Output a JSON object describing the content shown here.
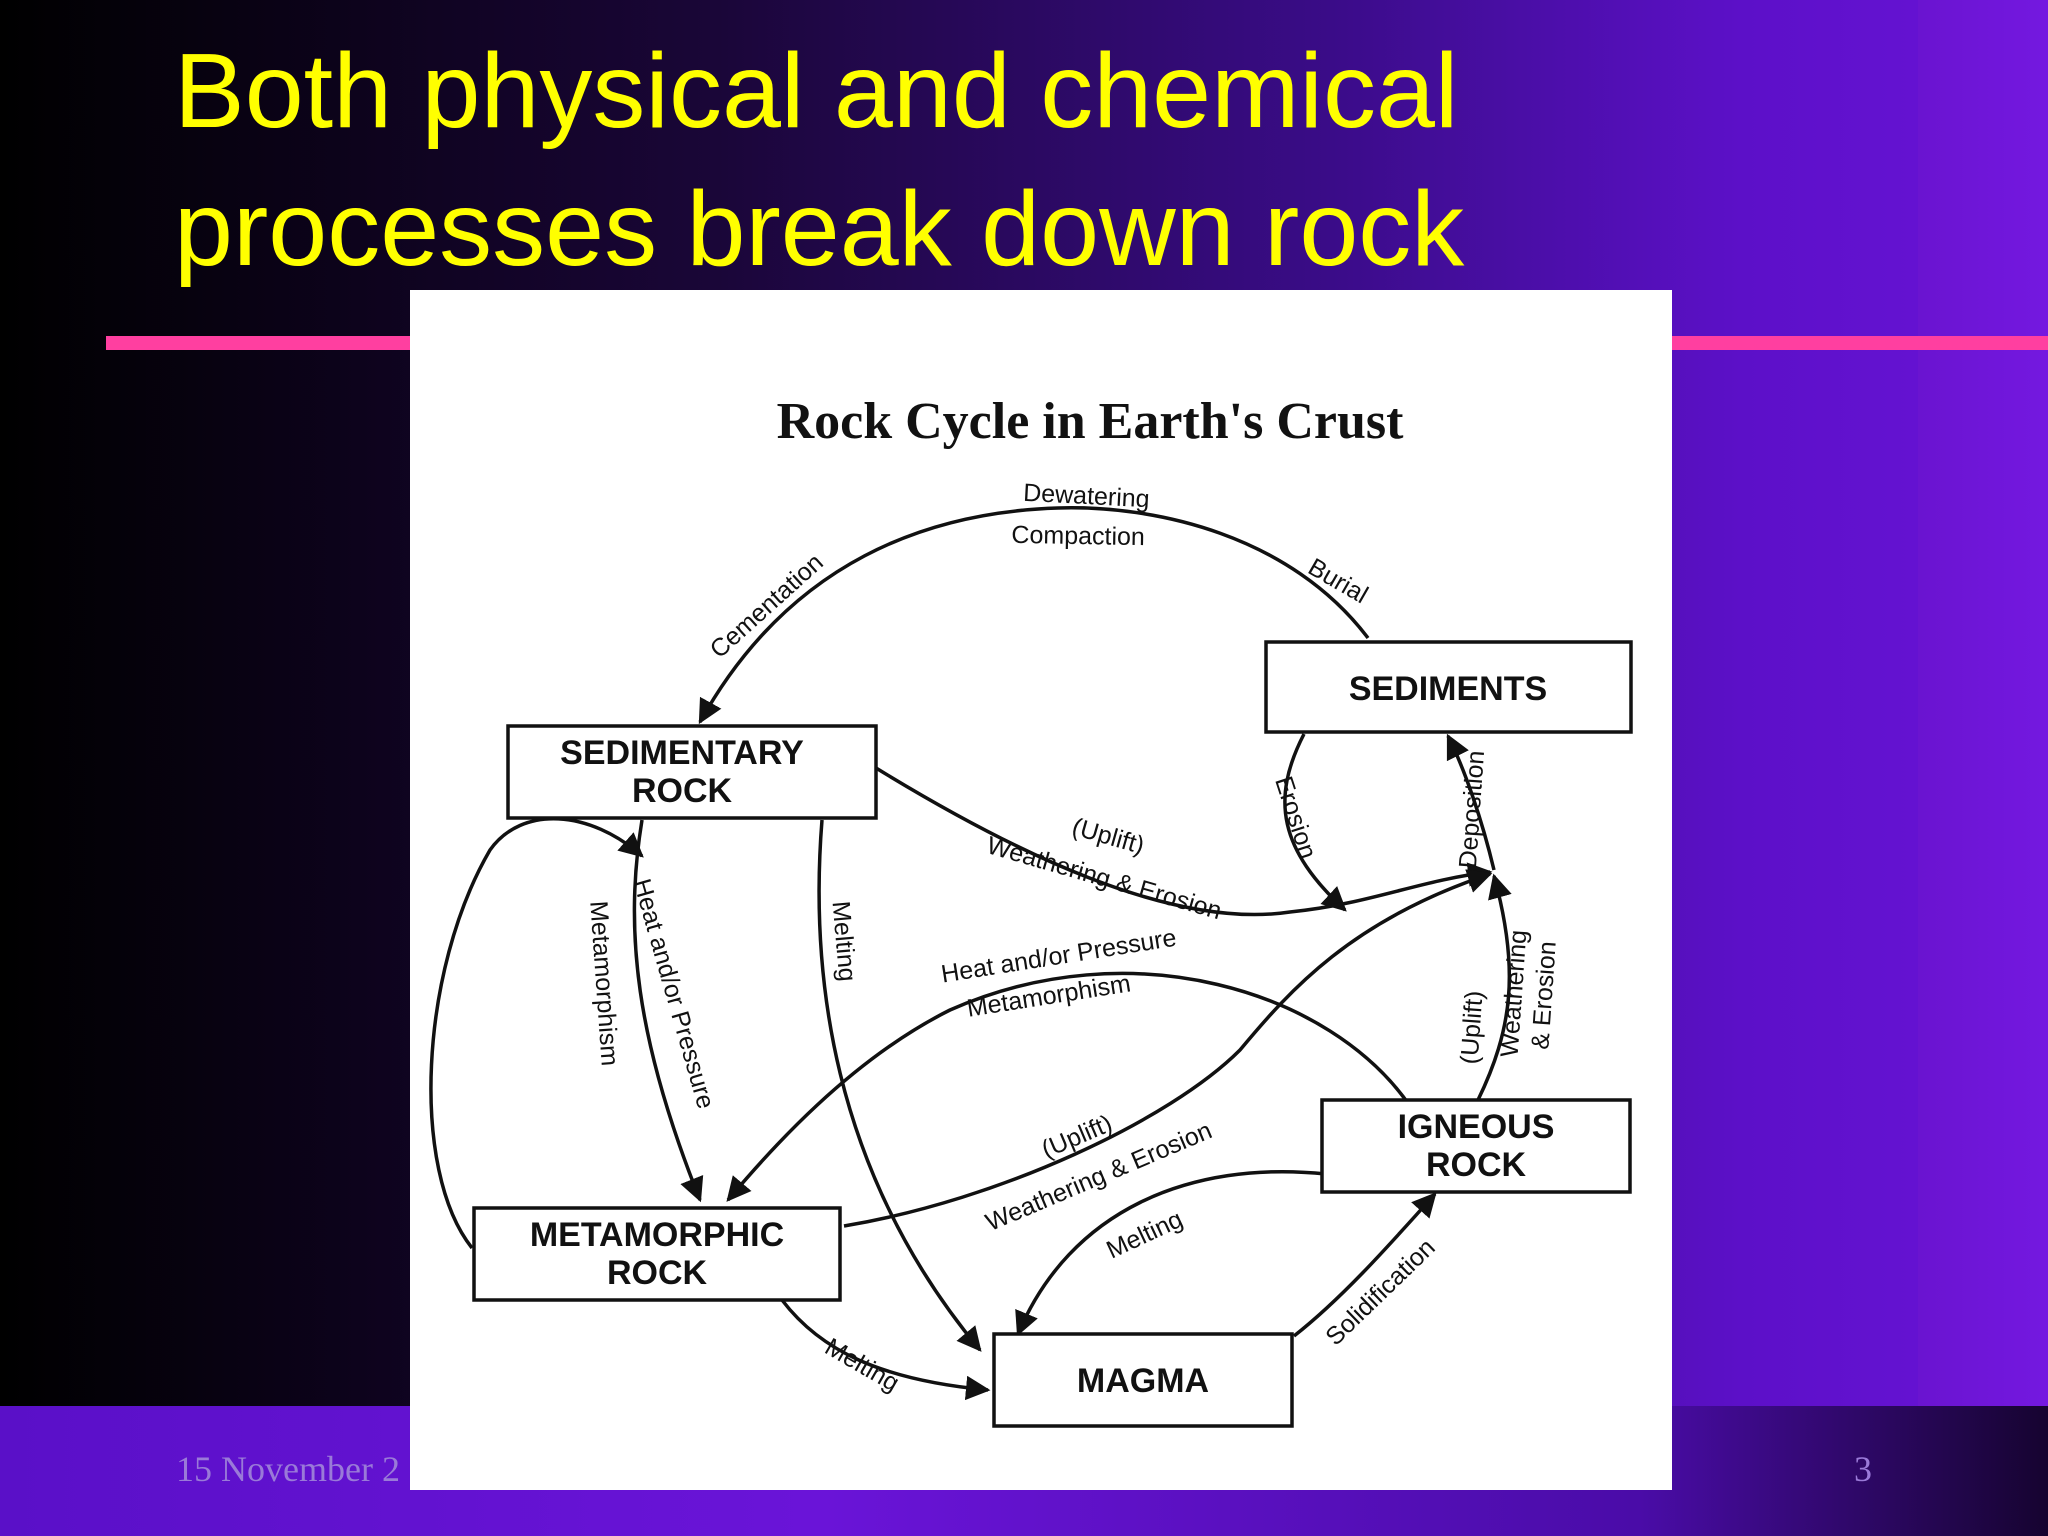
{
  "slide": {
    "title_lines": [
      "Both physical and chemical",
      "processes break down rock"
    ],
    "footer_date": "15 November 2",
    "page_number": "3",
    "colors": {
      "title": "#ffff00",
      "rule": "#ff3fa0",
      "footer_text": "#9a7ad8"
    }
  },
  "diagram": {
    "title": "Rock Cycle in Earth's Crust",
    "nodes": {
      "sediments": [
        "SEDIMENTS"
      ],
      "sedimentary_rock": [
        "SEDIMENTARY",
        "ROCK"
      ],
      "metamorphic_rock": [
        "METAMORPHIC",
        "ROCK"
      ],
      "igneous_rock": [
        "IGNEOUS",
        "ROCK"
      ],
      "magma": [
        "MAGMA"
      ]
    },
    "labels": {
      "dewatering": "Dewatering",
      "compaction": "Compaction",
      "burial": "Burial",
      "cementation": "Cementation",
      "erosion": "Erosion",
      "deposition": "Deposition",
      "sed_uplift": "(Uplift)",
      "sed_weathering": "Weathering & Erosion",
      "sed_heat": "Heat and/or Pressure",
      "sed_metamorphism": "Metamorphism",
      "sed_melting": "Melting",
      "ign_heat": "Heat and/or Pressure",
      "ign_metamorphism": "Metamorphism",
      "ign_uplift": "(Uplift)",
      "ign_weathering": "Weathering",
      "ign_erosion": "& Erosion",
      "met_uplift": "(Uplift)",
      "met_weathering": "Weathering & Erosion",
      "ign_melting": "Melting",
      "met_melting": "Melting",
      "solidification": "Solidification"
    }
  }
}
